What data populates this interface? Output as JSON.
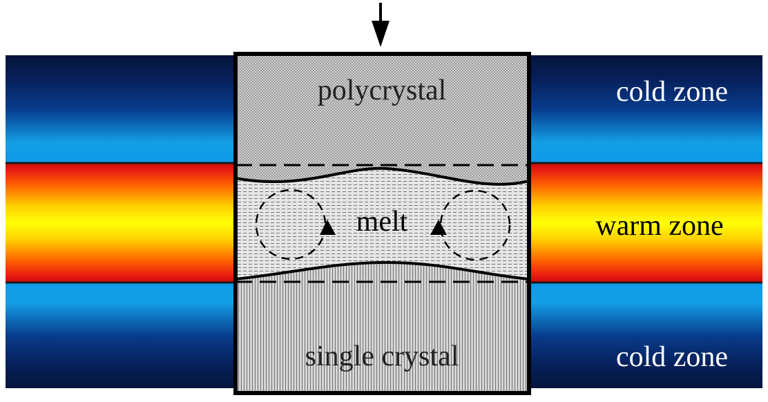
{
  "labels": {
    "top_region": "polycrystal",
    "middle_region": "melt",
    "bottom_region": "single crystal",
    "top_zone": "cold zone",
    "middle_zone": "warm zone",
    "bottom_zone": "cold zone"
  },
  "colors": {
    "cold_dark": "#06205a",
    "cold_light": "#18a4ec",
    "hot_red": "#e81a12",
    "hot_orange": "#ff8a00",
    "hot_yellow": "#ffff08",
    "cold_text": "#ffffff",
    "warm_text": "#000000"
  },
  "icons": {
    "feed_arrow": "arrow-down-icon",
    "convection": "convection-loop-icon"
  }
}
